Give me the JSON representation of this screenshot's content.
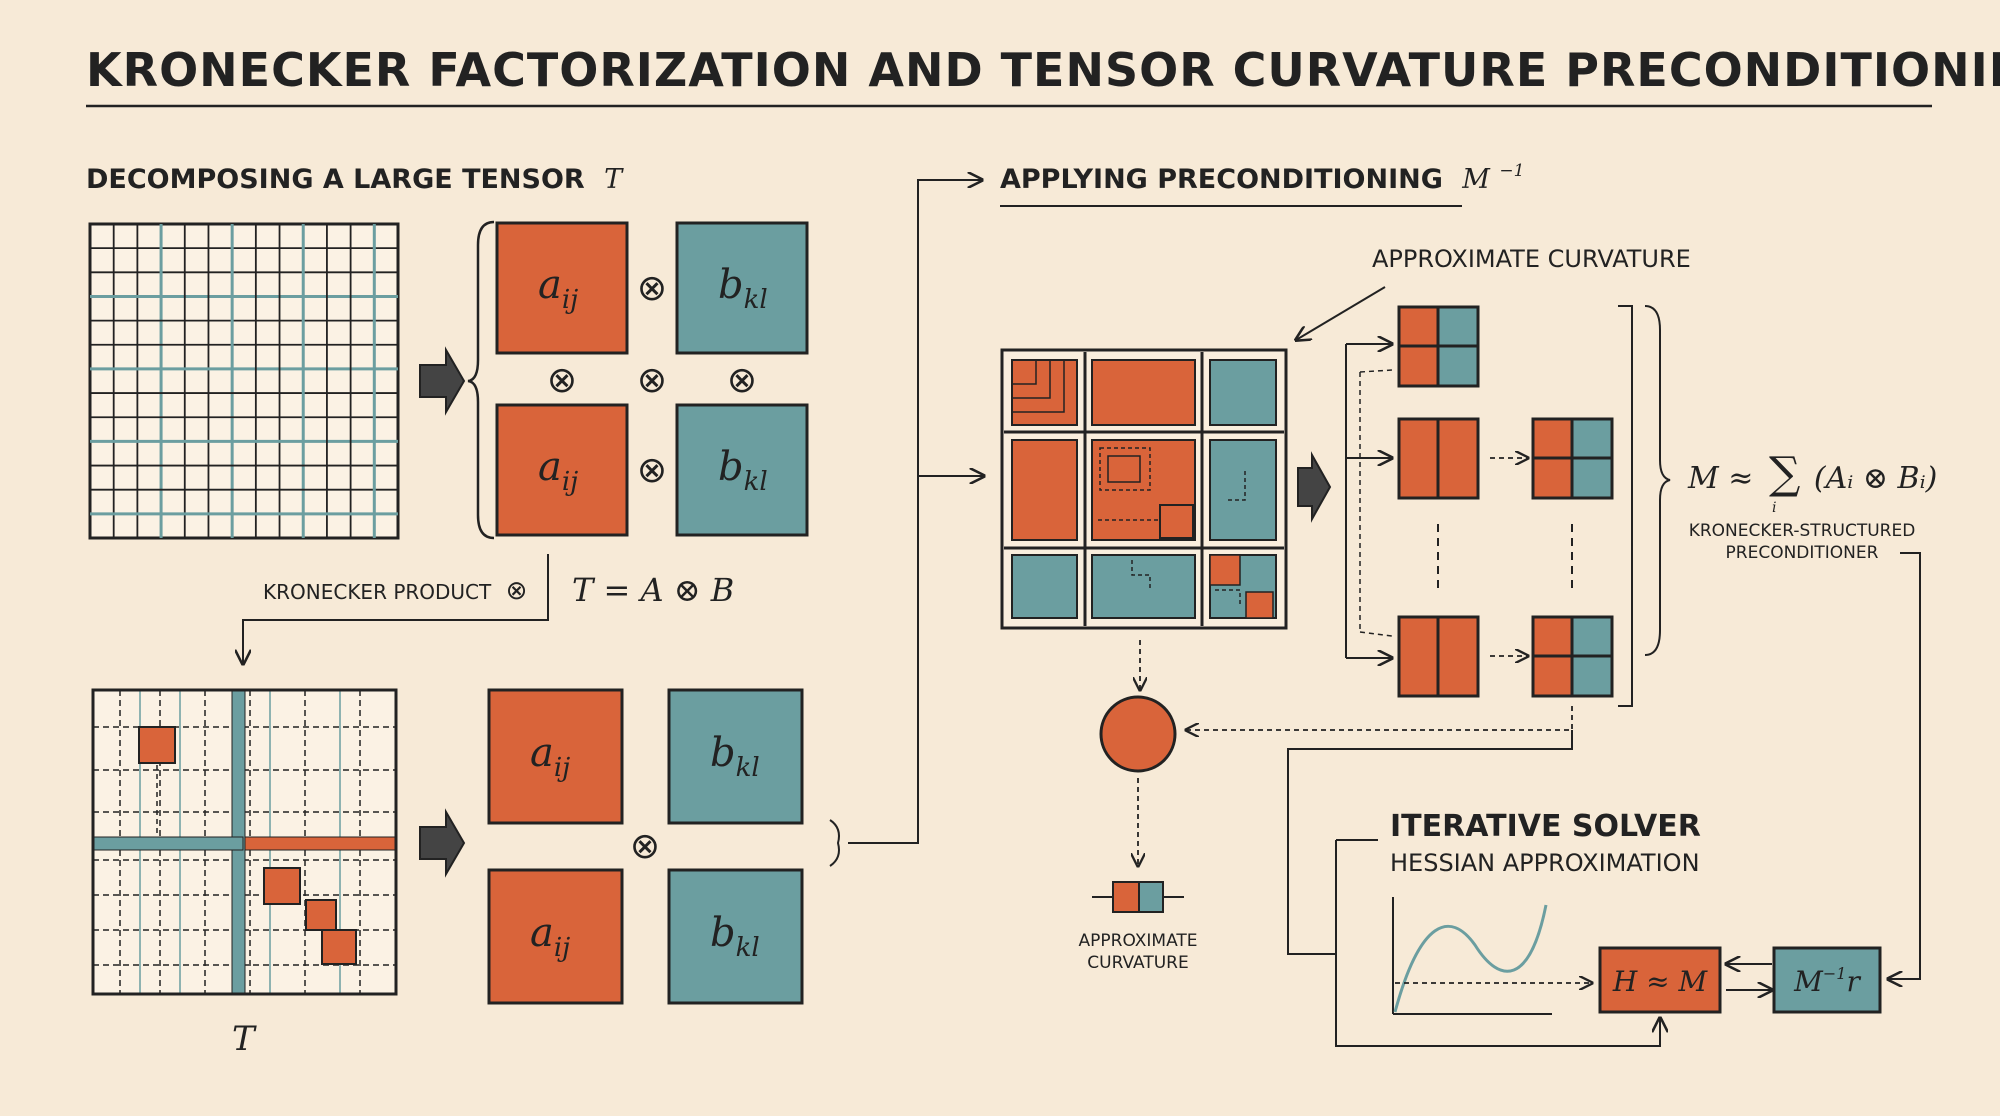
{
  "title": "KRONECKER FACTORIZATION AND TENSOR CURVATURE PRECONDITIONING",
  "decompose": {
    "heading": "DECOMPOSING A LARGE TENSOR",
    "heading_symbol": "T",
    "factor_a": "a",
    "factor_a_sub": "ij",
    "factor_b": "b",
    "factor_b_sub": "kl",
    "otimes": "⊗"
  },
  "kronecker": {
    "label": "KRONECKER PRODUCT",
    "symbol": "⊗",
    "equation": "T = A ⊗ B",
    "tensor_label": "T"
  },
  "precond": {
    "heading": "APPLYING PRECONDITIONING",
    "heading_symbol": "M",
    "heading_sup": "−1",
    "approx_curvature_label": "APPROXIMATE CURVATURE",
    "small_label_line1": "APPROXIMATE",
    "small_label_line2": "CURVATURE",
    "formula_lhs": "M ≈",
    "formula_sum": "∑",
    "formula_sum_index": "i",
    "formula_rhs": "(Aᵢ ⊗ Bᵢ)",
    "structured_line1": "KRONECKER-STRUCTURED",
    "structured_line2": "PRECONDITIONER"
  },
  "solver": {
    "heading": "ITERATIVE SOLVER",
    "subheading": "HESSIAN APPROXIMATION",
    "hm_box": "H ≈ M",
    "minv_box": "M",
    "minv_sup": "−1",
    "minv_r": "r"
  },
  "colors": {
    "background": "#f7ead7",
    "orange": "#d9643a",
    "teal": "#6b9ea0",
    "ink": "#222222",
    "grid_line": "#6b9ea0"
  }
}
